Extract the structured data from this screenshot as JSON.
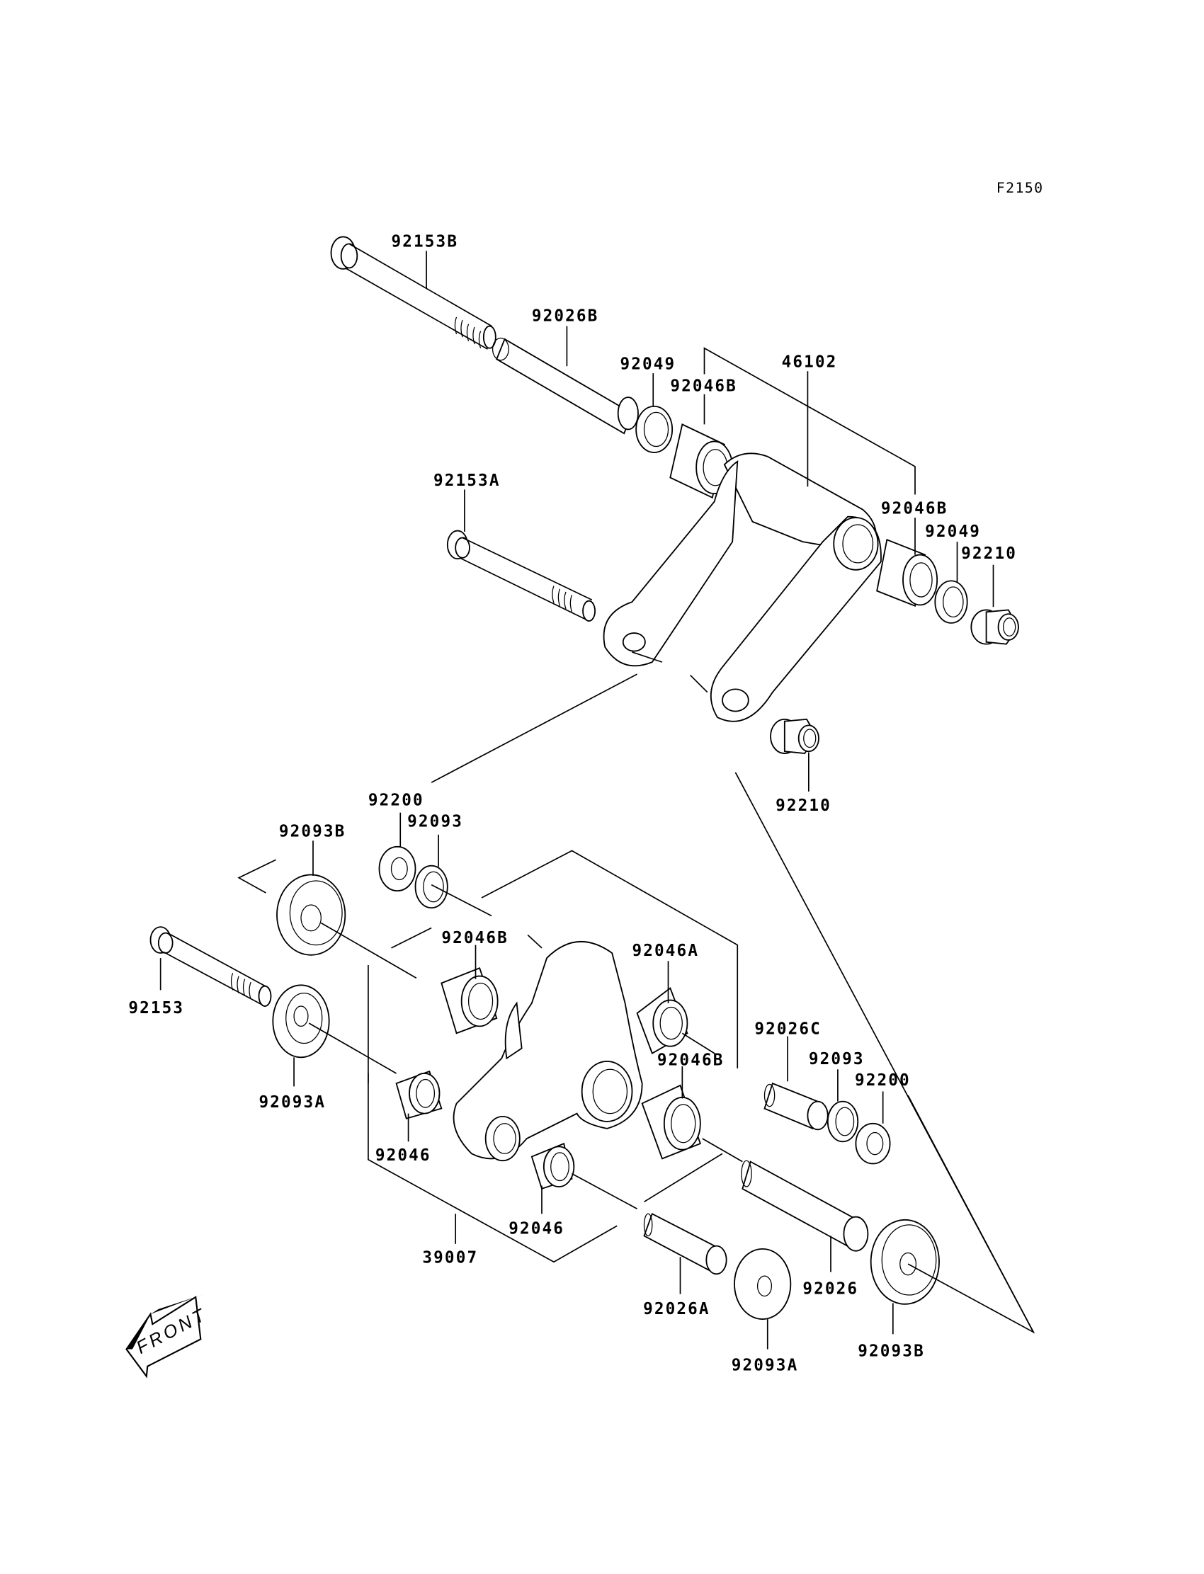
{
  "diagram": {
    "code": "F2150",
    "front_label": "FRONT",
    "labels": {
      "bolt_long_upper": "92153B",
      "collar_upper": "92026B",
      "seal_upper_left": "92049",
      "bearing_upper_left": "92046B",
      "rocker_arm": "46102",
      "bolt_short_upper": "92153A",
      "bearing_upper_right": "92046B",
      "seal_upper_right": "92049",
      "nut_upper_right": "92210",
      "nut_lower": "92210",
      "washer_top": "92200",
      "seal_top": "92093",
      "cap_left_top": "92093B",
      "bearing_left_mid": "92046B",
      "bearing_right_top": "92046A",
      "bolt_lower": "92153",
      "cap_left_bottom": "92093A",
      "collar_right_c": "92026C",
      "seal_right": "92093",
      "washer_right": "92200",
      "bearing_right_mid": "92046B",
      "bearing_left_low": "92046",
      "bearing_center_low": "92046",
      "link_assembly": "39007",
      "collar_a": "92026A",
      "collar_main": "92026",
      "cap_bottom_a": "92093A",
      "cap_bottom_b": "92093B"
    }
  }
}
